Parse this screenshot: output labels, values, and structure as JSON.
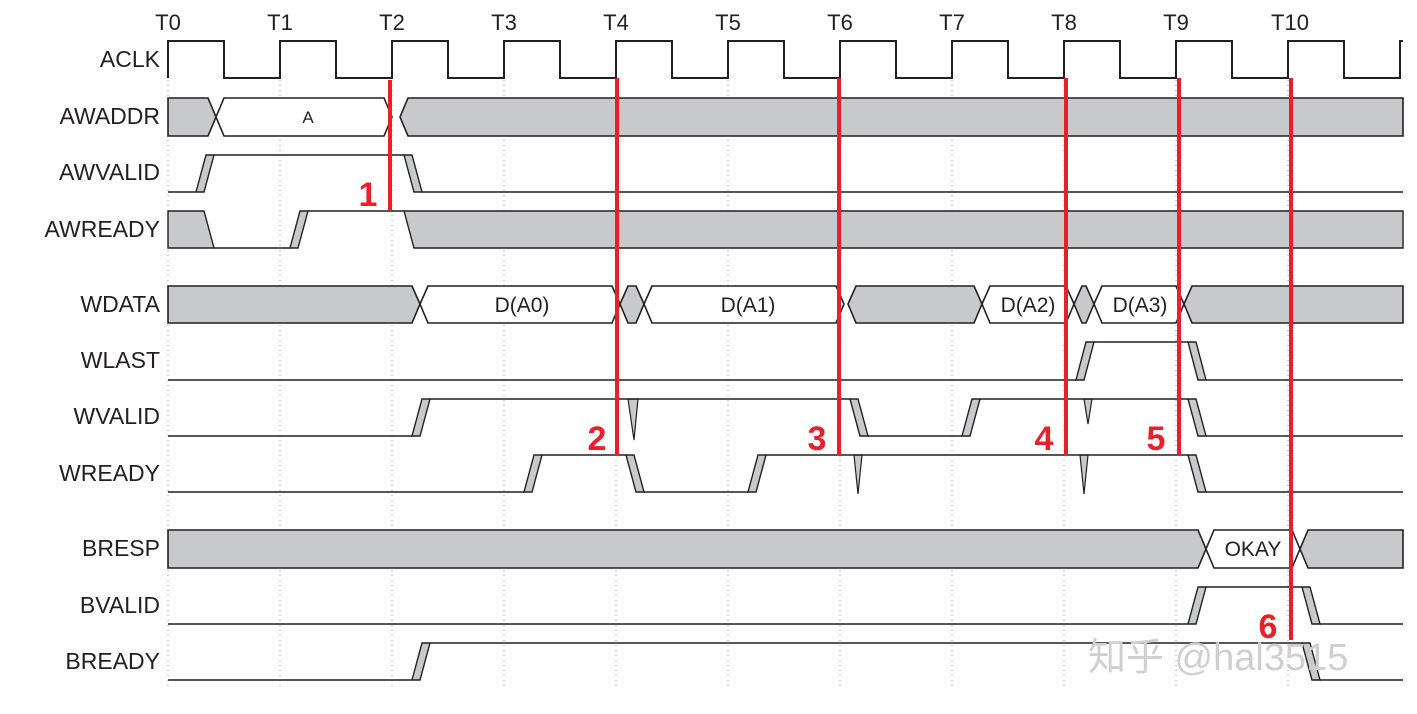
{
  "diagram": {
    "clock_ticks": [
      "T0",
      "T1",
      "T2",
      "T3",
      "T4",
      "T5",
      "T6",
      "T7",
      "T8",
      "T9",
      "T10"
    ],
    "signals": [
      {
        "id": "aclk",
        "label": "ACLK",
        "kind": "clock"
      },
      {
        "id": "awaddr",
        "label": "AWADDR",
        "kind": "bus",
        "values": [
          "A"
        ]
      },
      {
        "id": "awvalid",
        "label": "AWVALID",
        "kind": "wire"
      },
      {
        "id": "awready",
        "label": "AWREADY",
        "kind": "wire"
      },
      {
        "id": "wdata",
        "label": "WDATA",
        "kind": "bus",
        "values": [
          "D(A0)",
          "D(A1)",
          "D(A2)",
          "D(A3)"
        ]
      },
      {
        "id": "wlast",
        "label": "WLAST",
        "kind": "wire"
      },
      {
        "id": "wvalid",
        "label": "WVALID",
        "kind": "wire"
      },
      {
        "id": "wready",
        "label": "WREADY",
        "kind": "wire"
      },
      {
        "id": "bresp",
        "label": "BRESP",
        "kind": "bus",
        "values": [
          "OKAY"
        ]
      },
      {
        "id": "bvalid",
        "label": "BVALID",
        "kind": "wire"
      },
      {
        "id": "bready",
        "label": "BREADY",
        "kind": "wire"
      }
    ],
    "handshake_markers": [
      "1",
      "2",
      "3",
      "4",
      "5",
      "6"
    ],
    "colors": {
      "line": "#231f20",
      "dont_care_fill": "#c8c9cb",
      "marker": "#e8202a",
      "watermark": "#cfcfcf"
    },
    "watermark": "知乎 @hal3515"
  }
}
